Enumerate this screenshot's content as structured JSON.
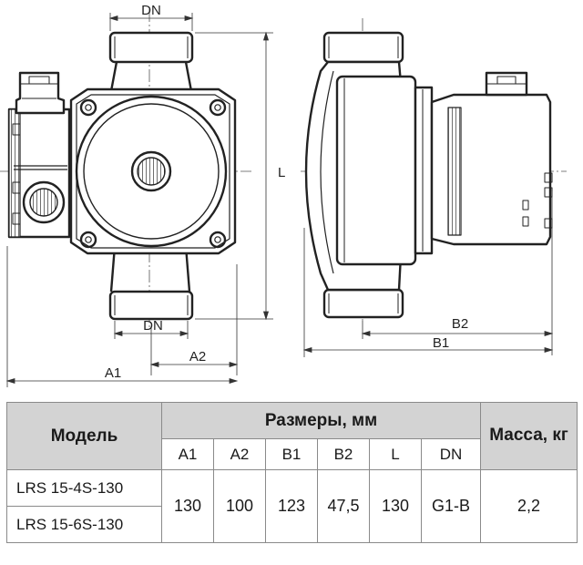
{
  "drawing": {
    "front_view": {
      "top_dim": "DN",
      "bottom_dim": "DN",
      "a2": "A2",
      "a1": "A1"
    },
    "side_view": {
      "length": "L",
      "b2": "B2",
      "b1": "B1"
    }
  },
  "table": {
    "model_header": "Модель",
    "dims_header": "Размеры, мм",
    "mass_header": "Масса, кг",
    "columns": [
      "A1",
      "A2",
      "B1",
      "B2",
      "L",
      "DN"
    ],
    "models": [
      "LRS 15-4S-130",
      "LRS 15-6S-130"
    ],
    "values": [
      "130",
      "100",
      "123",
      "47,5",
      "130",
      "G1-B"
    ],
    "mass": "2,2"
  }
}
